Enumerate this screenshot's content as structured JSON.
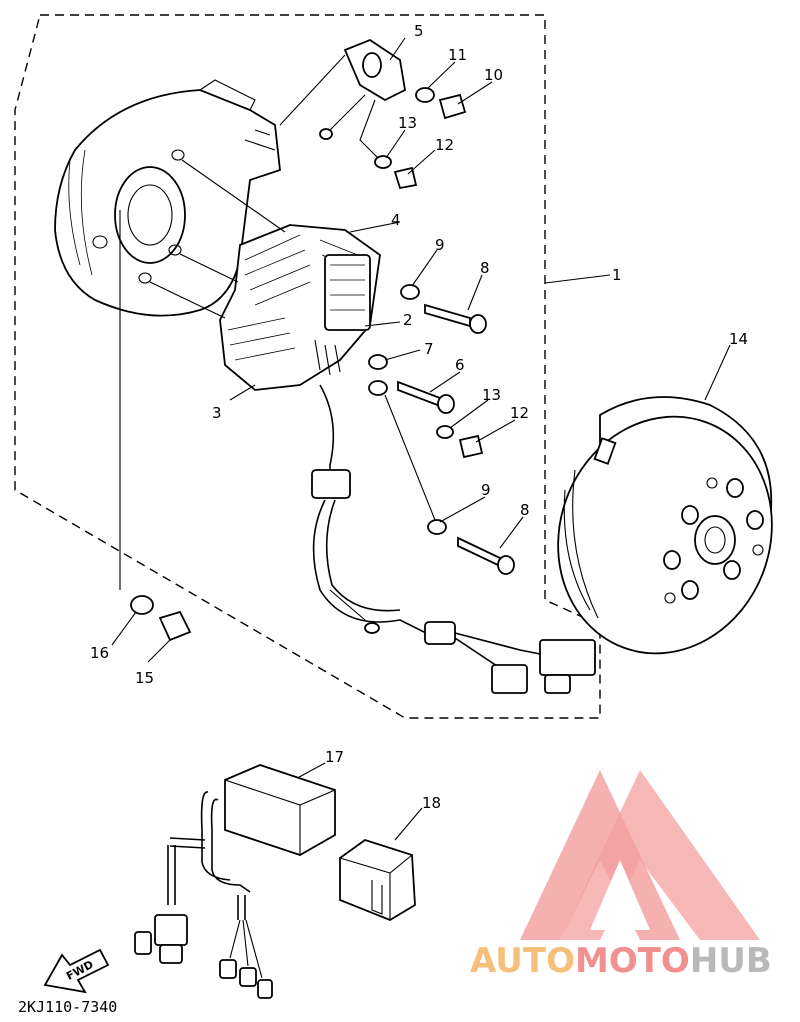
{
  "diagram_code": "2KJ110-7340",
  "fwd_label": "FWD",
  "watermark": {
    "text_a": "AUTO",
    "text_b": "MOTO",
    "text_c": "HUB",
    "color_a": "#f6c07a",
    "color_b": "#f28f8f",
    "color_c": "#b9b9b9"
  },
  "callouts": [
    {
      "id": "c1",
      "label": "1"
    },
    {
      "id": "c2",
      "label": "2"
    },
    {
      "id": "c3",
      "label": "3"
    },
    {
      "id": "c4",
      "label": "4"
    },
    {
      "id": "c5",
      "label": "5"
    },
    {
      "id": "c6",
      "label": "6"
    },
    {
      "id": "c7",
      "label": "7"
    },
    {
      "id": "c8a",
      "label": "8"
    },
    {
      "id": "c8b",
      "label": "8"
    },
    {
      "id": "c9a",
      "label": "9"
    },
    {
      "id": "c9b",
      "label": "9"
    },
    {
      "id": "c10",
      "label": "10"
    },
    {
      "id": "c11",
      "label": "11"
    },
    {
      "id": "c12a",
      "label": "12"
    },
    {
      "id": "c12b",
      "label": "12"
    },
    {
      "id": "c13a",
      "label": "13"
    },
    {
      "id": "c13b",
      "label": "13"
    },
    {
      "id": "c14",
      "label": "14"
    },
    {
      "id": "c15",
      "label": "15"
    },
    {
      "id": "c16",
      "label": "16"
    },
    {
      "id": "c17",
      "label": "17"
    },
    {
      "id": "c18",
      "label": "18"
    }
  ]
}
